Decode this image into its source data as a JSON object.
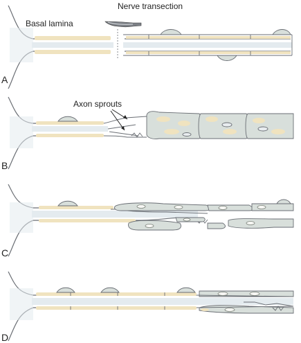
{
  "labels": {
    "nerve_transection": "Nerve transection",
    "basal_lamina": "Basal lamina",
    "axon_sprouts": "Axon sprouts"
  },
  "panels": [
    {
      "letter": "A"
    },
    {
      "letter": "B"
    },
    {
      "letter": "C"
    },
    {
      "letter": "D"
    }
  ],
  "colors": {
    "outline": "#6a6e74",
    "myelin": "#f0e3bf",
    "axon": "#e4ebef",
    "schwann_cell": "#d8dfdb",
    "text": "#222222"
  },
  "icons": {
    "blade": "scalpel-icon"
  }
}
